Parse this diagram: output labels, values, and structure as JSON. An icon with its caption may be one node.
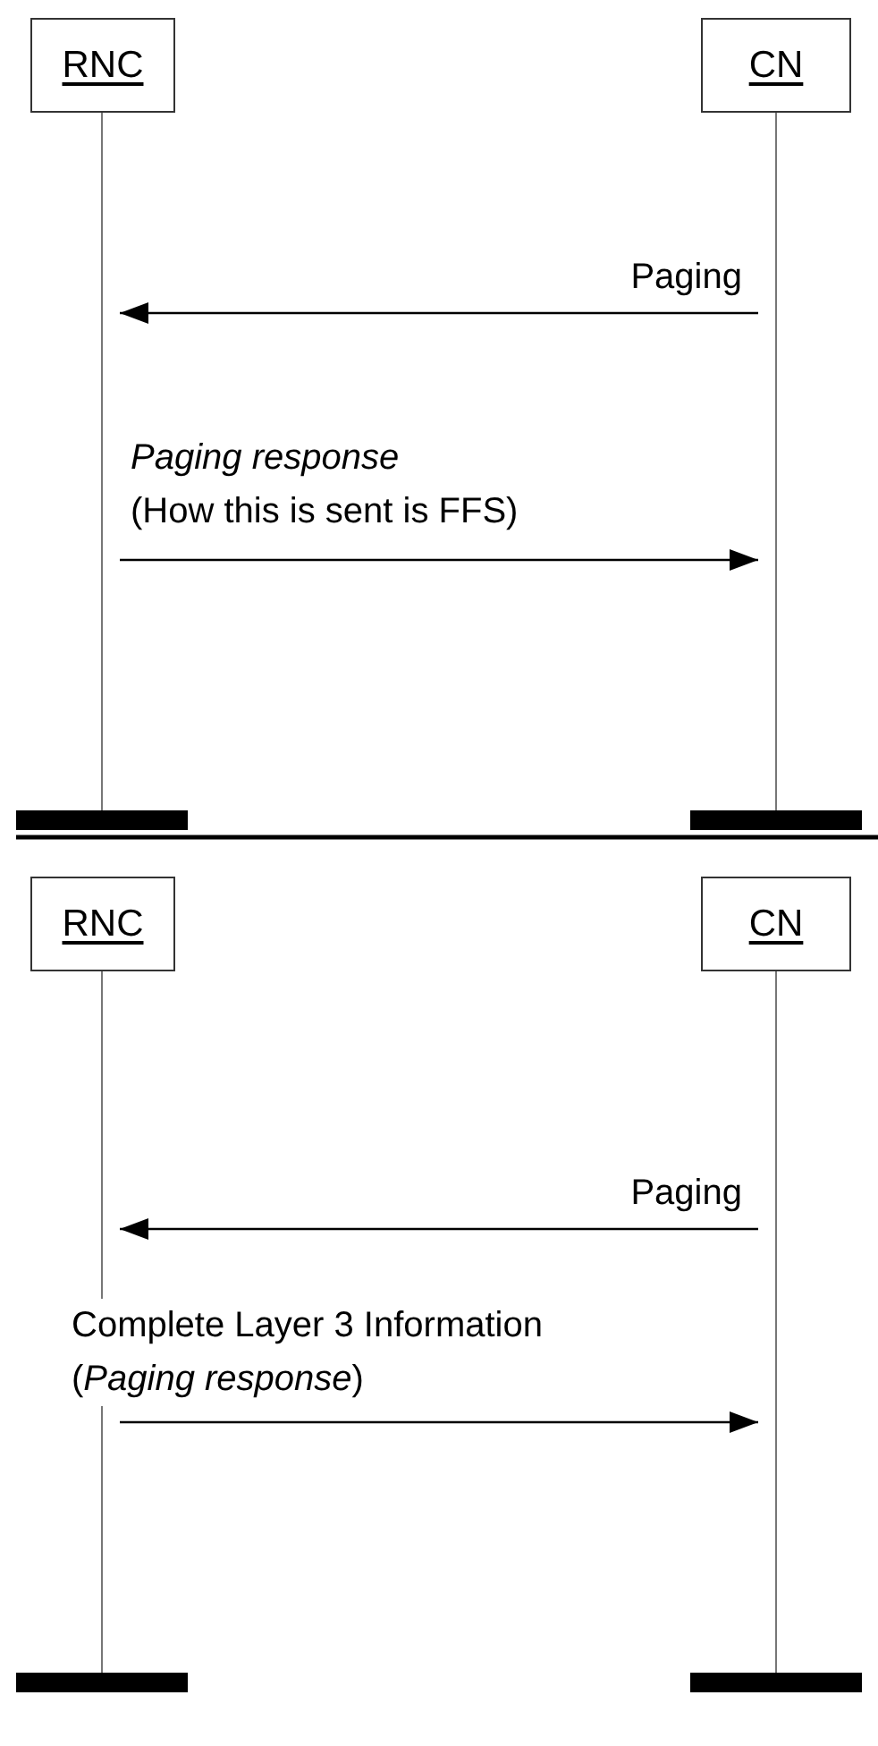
{
  "diagram": {
    "nodes": [
      {
        "text": [
          "RNC"
        ]
      },
      {
        "text": [
          "CN"
        ]
      },
      {
        "text": [],
        "shape": "line"
      },
      {
        "text": [],
        "shape": "line"
      },
      {
        "text": [],
        "shape": "bar"
      },
      {
        "text": [],
        "shape": "bar"
      },
      {
        "text": [
          "RNC"
        ]
      },
      {
        "text": [
          "CN"
        ]
      },
      {
        "text": [],
        "shape": "line"
      },
      {
        "text": [],
        "shape": "line"
      },
      {
        "text": [],
        "shape": "bar"
      },
      {
        "text": [],
        "shape": "bar"
      }
    ],
    "edges": [
      {
        "from": 3,
        "to": 2,
        "arrow": "to",
        "label": "Paging"
      },
      {
        "from": 2,
        "to": 3,
        "arrow": "to",
        "label": "*Paging response* (How this is sent is FFS)"
      },
      {
        "from": 9,
        "to": 8,
        "arrow": "to",
        "label": "Paging"
      },
      {
        "from": 8,
        "to": 9,
        "arrow": "to",
        "label": "Complete Layer 3 Information (*Paging response*)"
      }
    ]
  }
}
